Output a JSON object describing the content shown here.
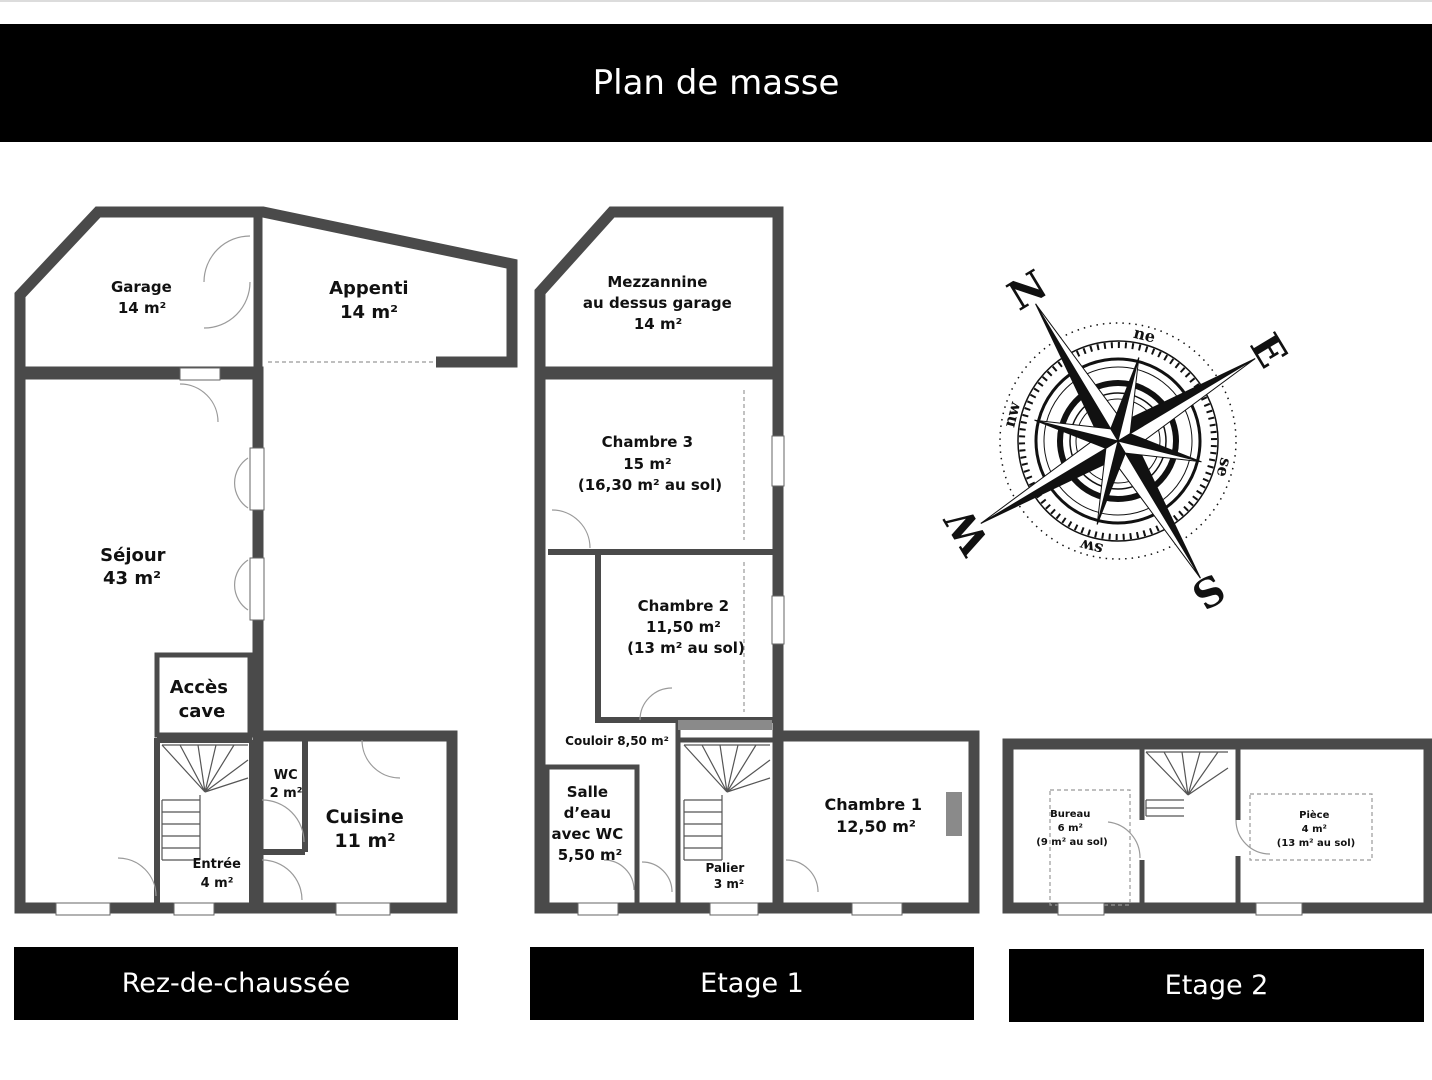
{
  "title": "Plan de masse",
  "floors": {
    "rdc": {
      "label": "Rez-de-chaussée",
      "rooms": {
        "garage": [
          "Garage",
          "14 m²"
        ],
        "appenti": [
          "Appenti",
          "14 m²"
        ],
        "sejour": [
          "Séjour",
          "43 m²"
        ],
        "acces_cave": [
          "Accès",
          "cave"
        ],
        "wc": [
          "WC",
          "2 m²"
        ],
        "cuisine": [
          "Cuisine",
          "11 m²"
        ],
        "entree": [
          "Entrée",
          "4 m²"
        ]
      }
    },
    "etage1": {
      "label": "Etage 1",
      "rooms": {
        "mezzanine": [
          "Mezzannine",
          "au dessus garage",
          "14 m²"
        ],
        "chambre3": [
          "Chambre 3",
          "15 m²",
          "(16,30 m² au sol)"
        ],
        "chambre2": [
          "Chambre 2",
          "11,50 m²",
          "(13 m² au sol)"
        ],
        "couloir": [
          "Couloir 8,50 m²"
        ],
        "salle_eau": [
          "Salle",
          "d’eau",
          "avec WC",
          "5,50 m²"
        ],
        "palier": [
          "Palier",
          "3 m²"
        ],
        "chambre1": [
          "Chambre 1",
          "12,50 m²"
        ]
      }
    },
    "etage2": {
      "label": "Etage 2",
      "rooms": {
        "bureau": [
          "Bureau",
          "6 m²",
          "(9 m² au sol)"
        ],
        "piece": [
          "Pièce",
          "4 m²",
          "(13 m² au sol)"
        ]
      }
    }
  },
  "compass": {
    "cardinals": [
      "W",
      "N",
      "E",
      "S"
    ],
    "intercardinals": [
      "nw",
      "ne",
      "se",
      "sw"
    ]
  },
  "colors": {
    "wall": "#4a4a4a",
    "bar": "#000000",
    "bar_text": "#ffffff"
  }
}
